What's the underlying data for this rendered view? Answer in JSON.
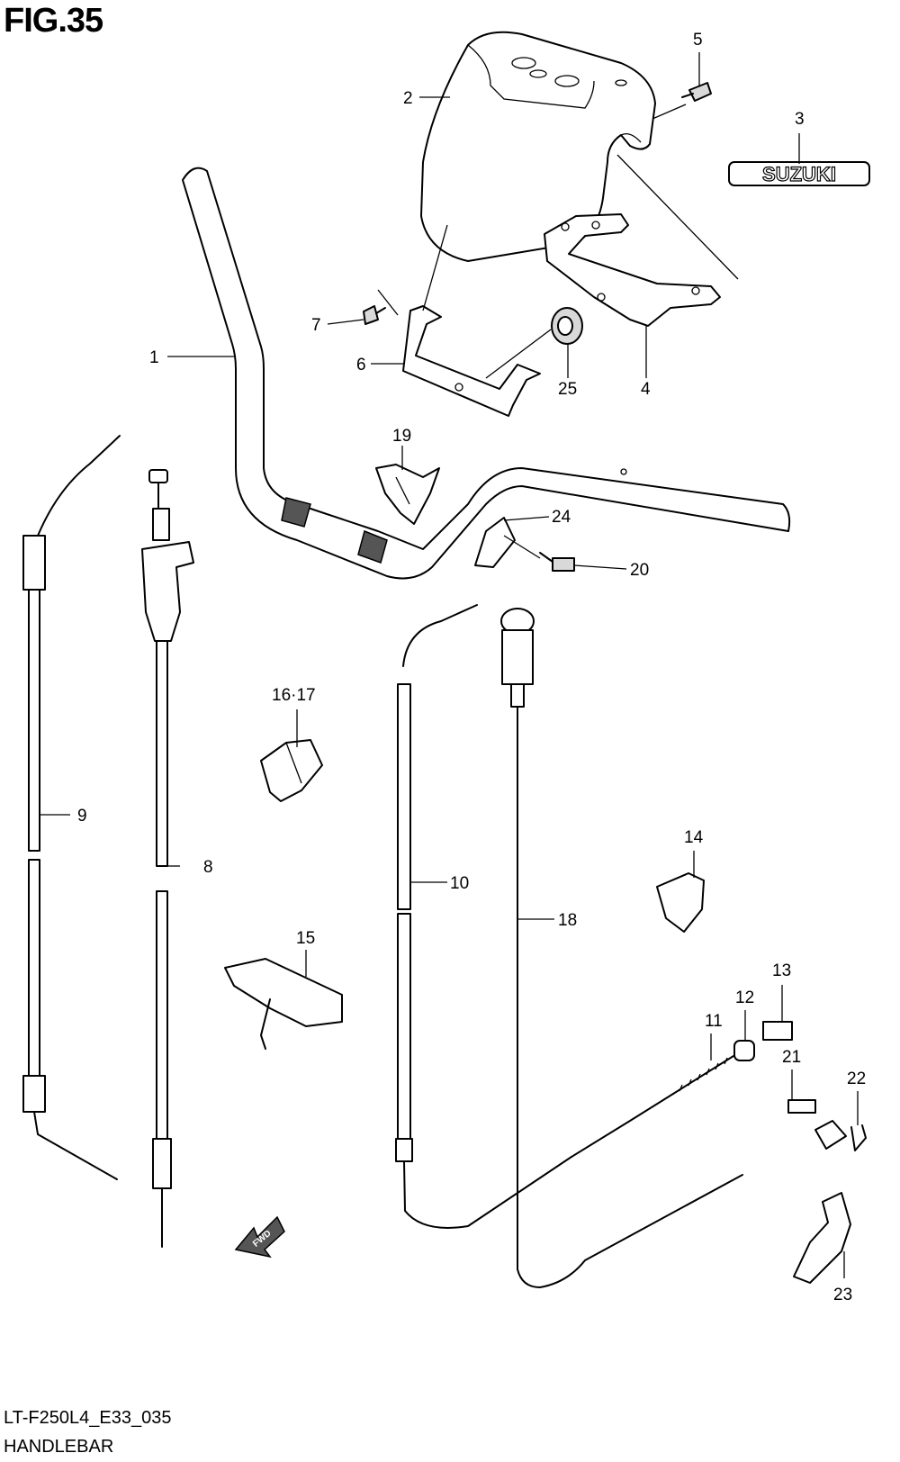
{
  "figure": {
    "title": "FIG.35",
    "model_code": "LT-F250L4_E33_035",
    "section_name": "HANDLEBAR"
  },
  "brand": {
    "emblem_text": "SUZUKI"
  },
  "direction_arrow": {
    "text": "FWD"
  },
  "parts": [
    {
      "ref": "1"
    },
    {
      "ref": "2"
    },
    {
      "ref": "3"
    },
    {
      "ref": "4"
    },
    {
      "ref": "5"
    },
    {
      "ref": "6"
    },
    {
      "ref": "7"
    },
    {
      "ref": "8"
    },
    {
      "ref": "9"
    },
    {
      "ref": "10"
    },
    {
      "ref": "11"
    },
    {
      "ref": "12"
    },
    {
      "ref": "13"
    },
    {
      "ref": "14"
    },
    {
      "ref": "15"
    },
    {
      "ref": "16·17"
    },
    {
      "ref": "18"
    },
    {
      "ref": "19"
    },
    {
      "ref": "20"
    },
    {
      "ref": "21"
    },
    {
      "ref": "22"
    },
    {
      "ref": "23"
    },
    {
      "ref": "24"
    },
    {
      "ref": "25"
    }
  ]
}
